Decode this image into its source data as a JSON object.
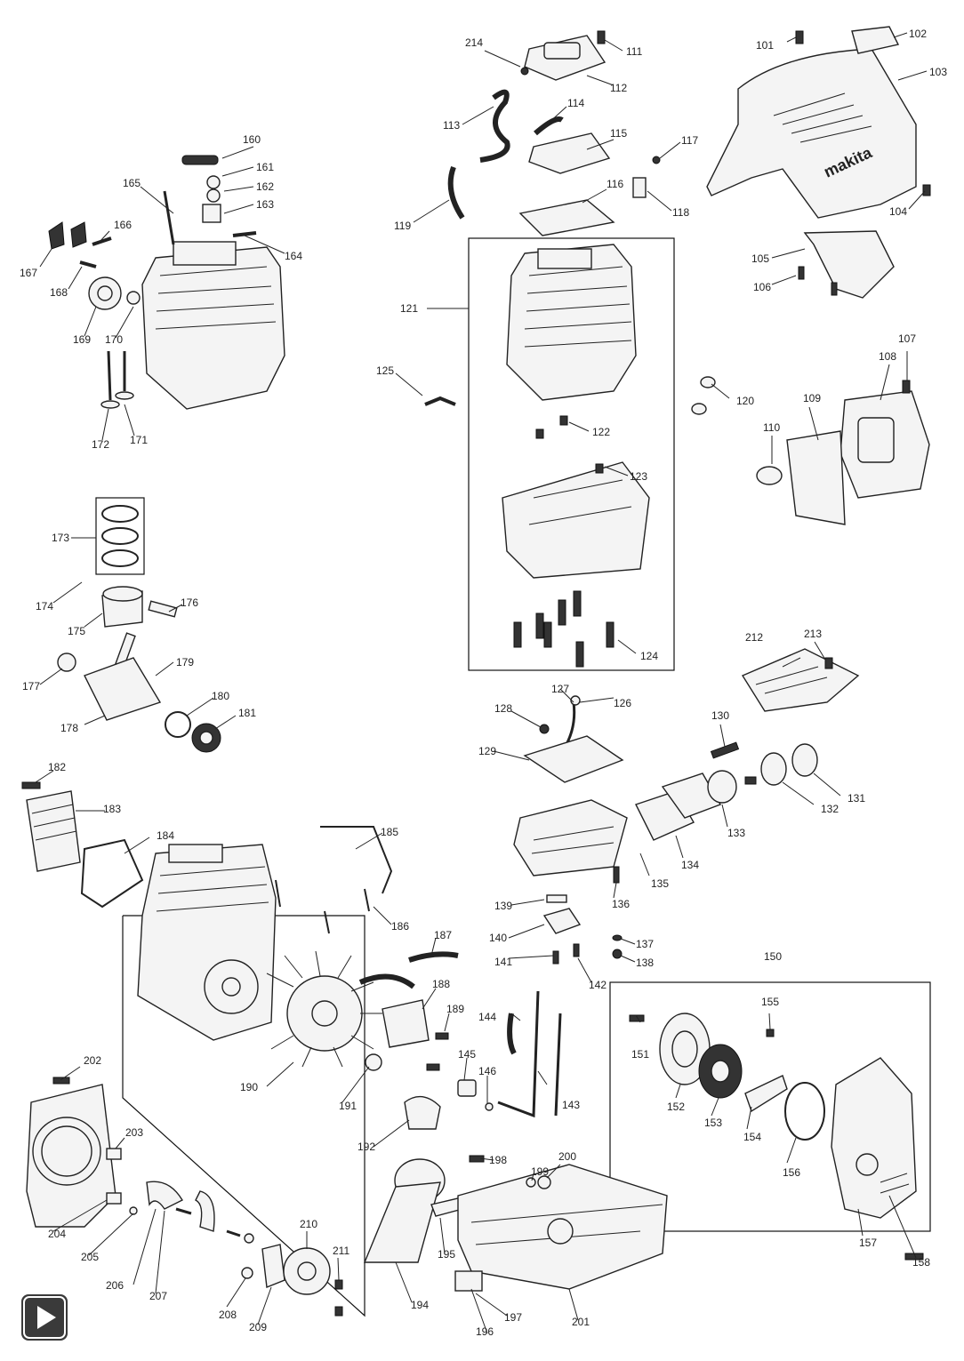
{
  "labels": {
    "101": "101",
    "102": "102",
    "103": "103",
    "104": "104",
    "105": "105",
    "106": "106",
    "107": "107",
    "108": "108",
    "109": "109",
    "110": "110",
    "111": "111",
    "112": "112",
    "113": "113",
    "114": "114",
    "115": "115",
    "116": "116",
    "117": "117",
    "118": "118",
    "119": "119",
    "120": "120",
    "121": "121",
    "122": "122",
    "123": "123",
    "124": "124",
    "125": "125",
    "126": "126",
    "127": "127",
    "128": "128",
    "129": "129",
    "130": "130",
    "131": "131",
    "132": "132",
    "133": "133",
    "134": "134",
    "135": "135",
    "136": "136",
    "137": "137",
    "138": "138",
    "139": "139",
    "140": "140",
    "141": "141",
    "142": "142",
    "143": "143",
    "144": "144",
    "145": "145",
    "146": "146",
    "150": "150",
    "151": "151",
    "152": "152",
    "153": "153",
    "154": "154",
    "155": "155",
    "156": "156",
    "157": "157",
    "158": "158",
    "160": "160",
    "161": "161",
    "162": "162",
    "163": "163",
    "164": "164",
    "165": "165",
    "166": "166",
    "167": "167",
    "168": "168",
    "169": "169",
    "170": "170",
    "171": "171",
    "172": "172",
    "173": "173",
    "174": "174",
    "175": "175",
    "176": "176",
    "177": "177",
    "178": "178",
    "179": "179",
    "180": "180",
    "181": "181",
    "182": "182",
    "183": "183",
    "184": "184",
    "185": "185",
    "186": "186",
    "187": "187",
    "188": "188",
    "189": "189",
    "190": "190",
    "191": "191",
    "192": "192",
    "194": "194",
    "195": "195",
    "196": "196",
    "197": "197",
    "198": "198",
    "199": "199",
    "200": "200",
    "201": "201",
    "202": "202",
    "203": "203",
    "204": "204",
    "205": "205",
    "206": "206",
    "207": "207",
    "208": "208",
    "209": "209",
    "210": "210",
    "211": "211",
    "212": "212",
    "213": "213",
    "214": "214"
  },
  "brand": "makita",
  "controls": {
    "play_icon": "play-icon"
  }
}
